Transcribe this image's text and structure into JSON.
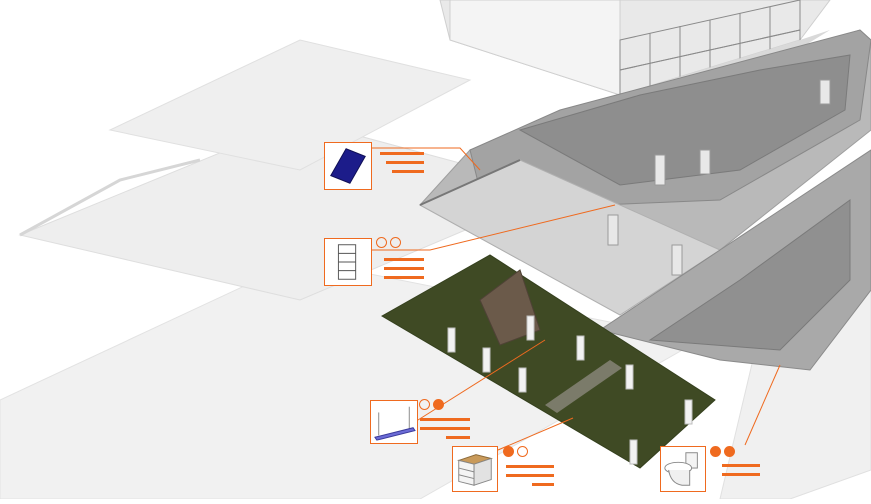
{
  "colors": {
    "accent": "#ef6a1f",
    "lawn": "#3f4a24",
    "ghost": "#ececec",
    "slab": "#a8a8a8",
    "wall": "#8e8e8e",
    "panel": "#1c1c8a"
  },
  "callouts": [
    {
      "id": "solar-panel",
      "icon": "solar-panel-icon",
      "rating_filled": 0,
      "rating_total": 0
    },
    {
      "id": "window",
      "icon": "window-icon",
      "rating_filled": 0,
      "rating_total": 2
    },
    {
      "id": "light-fixture",
      "icon": "linear-light-icon",
      "rating_filled": 1,
      "rating_total": 2
    },
    {
      "id": "cabinet",
      "icon": "cabinet-icon",
      "rating_filled": 1,
      "rating_total": 2
    },
    {
      "id": "toilet",
      "icon": "toilet-icon",
      "rating_filled": 2,
      "rating_total": 2
    }
  ]
}
